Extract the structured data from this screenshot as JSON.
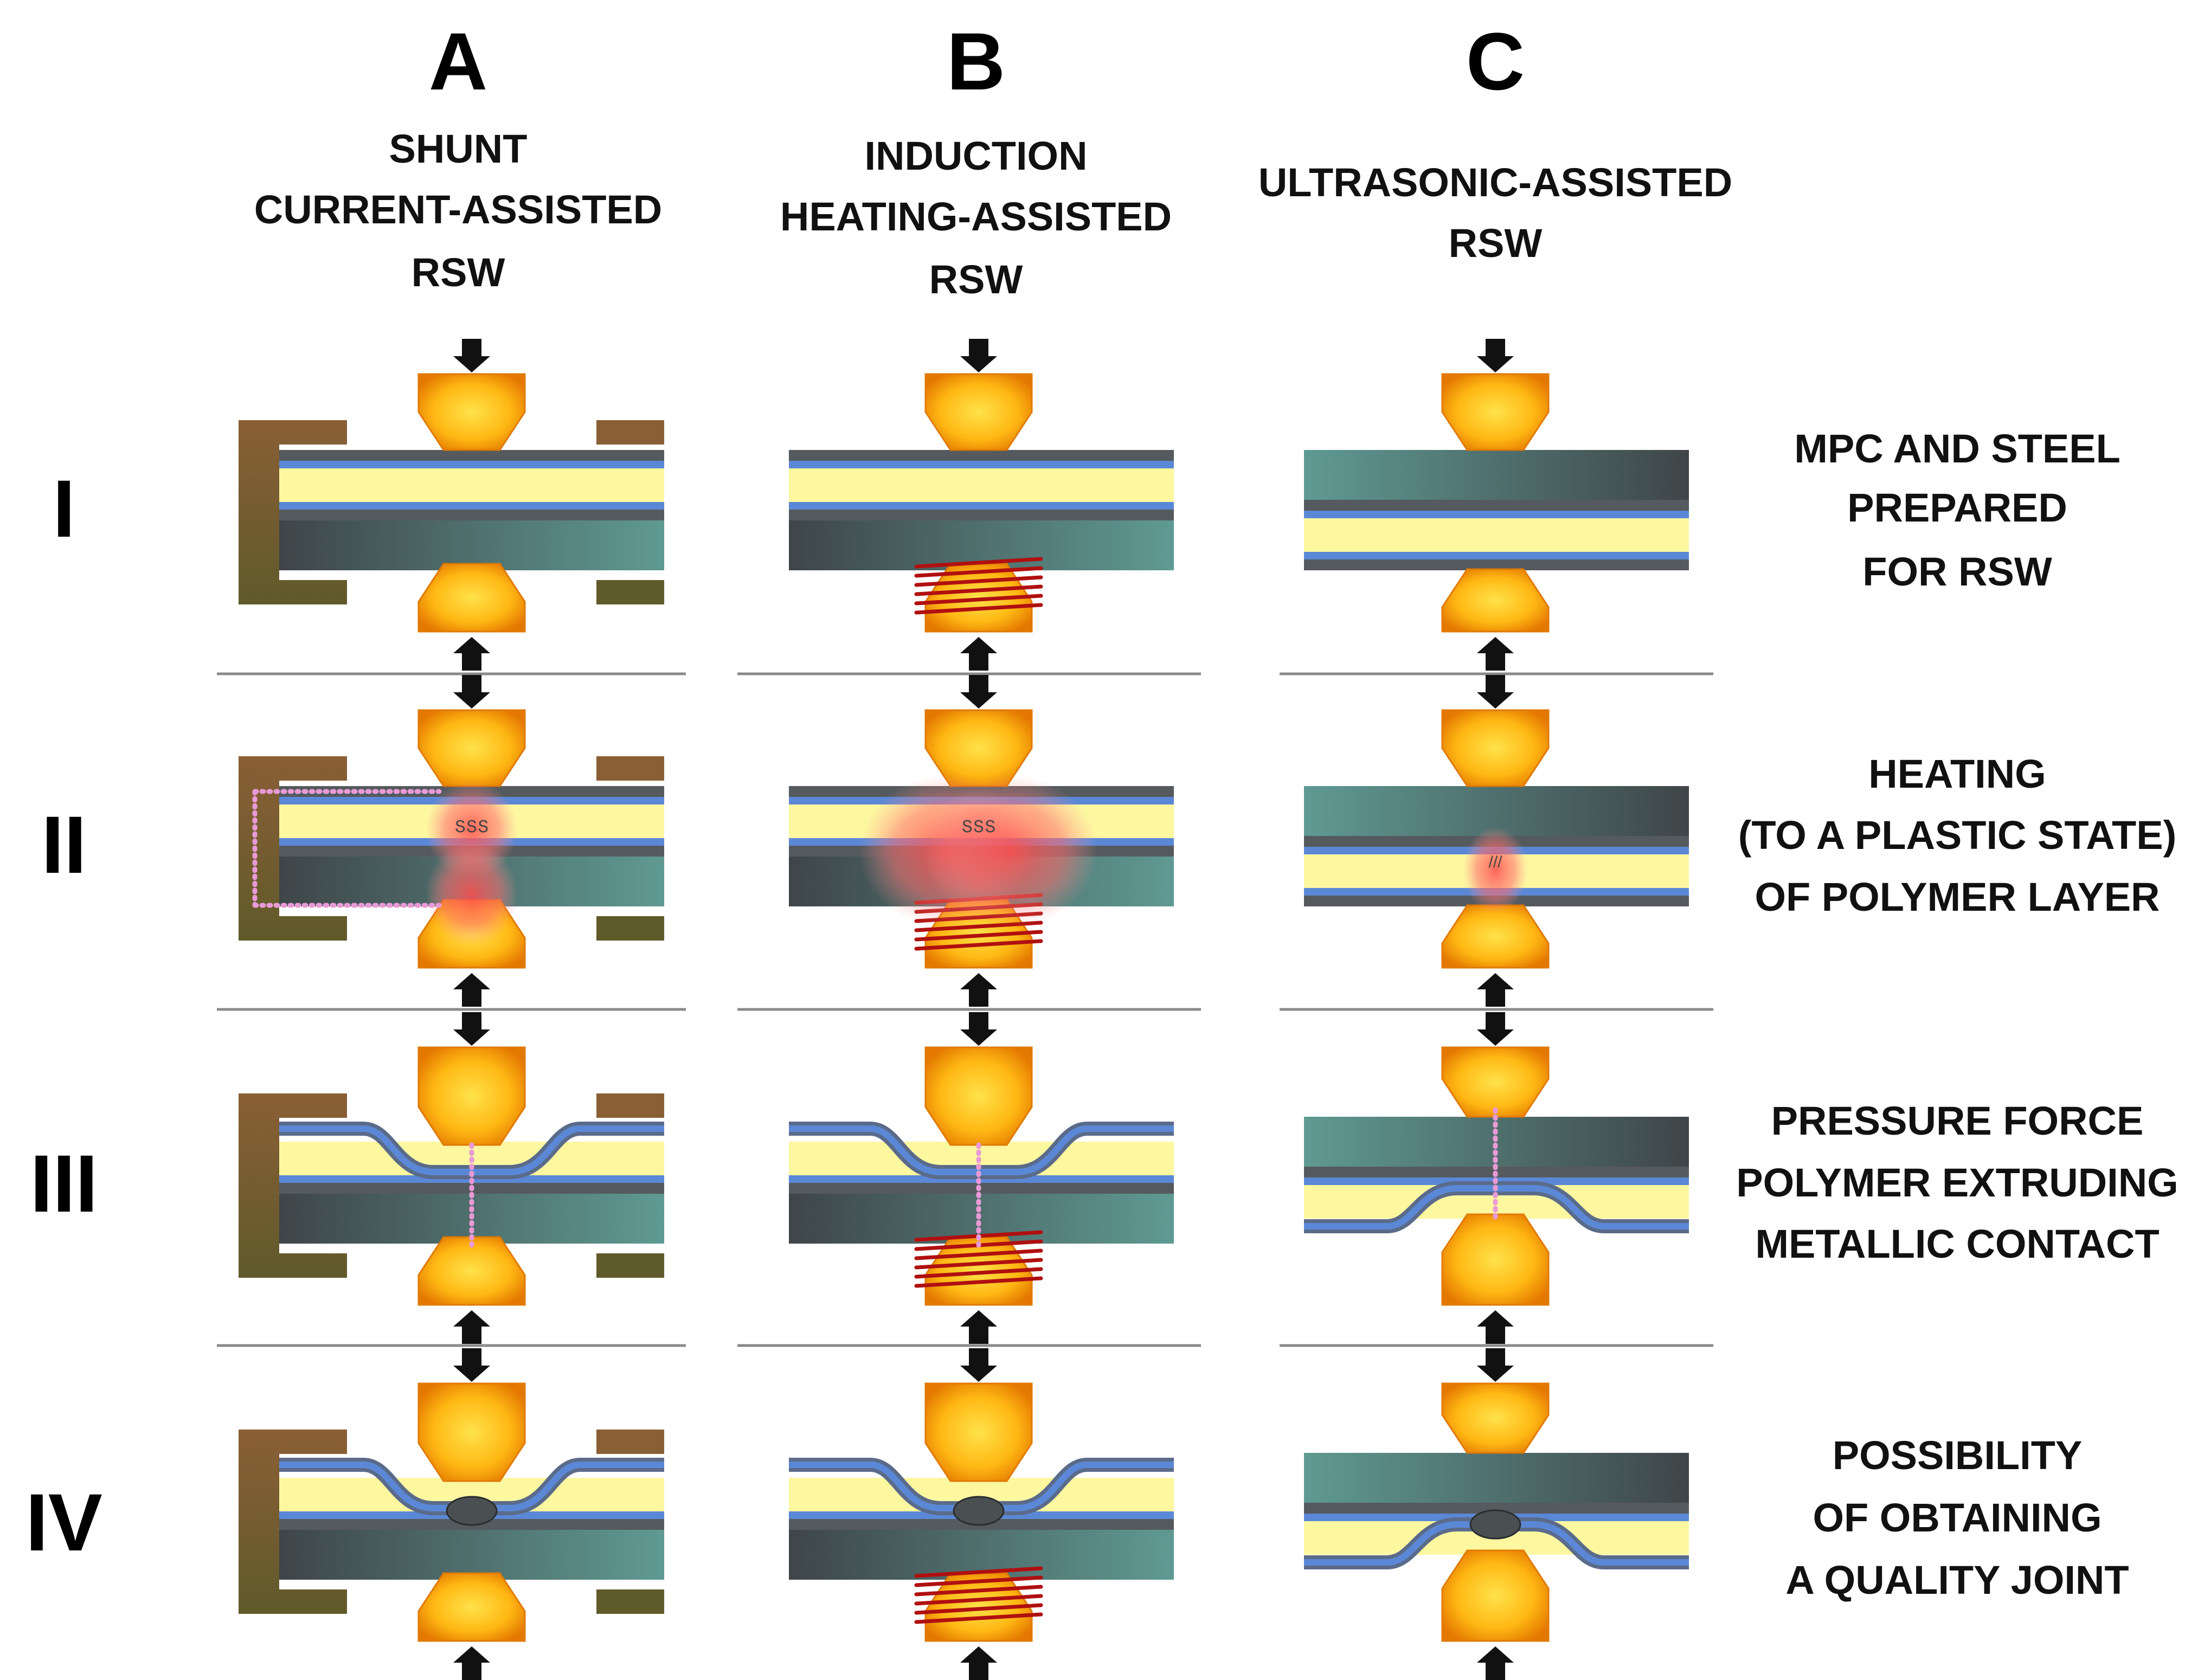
{
  "columns": [
    {
      "letter": "A",
      "lines": [
        "SHUNT",
        "CURRENT-ASSISTED",
        "RSW"
      ]
    },
    {
      "letter": "B",
      "lines": [
        "INDUCTION",
        "HEATING-ASSISTED",
        "RSW"
      ]
    },
    {
      "letter": "C",
      "lines": [
        "ULTRASONIC-ASSISTED",
        "RSW"
      ]
    }
  ],
  "rows": [
    {
      "numeral": "I",
      "lines": [
        "MPC AND STEEL",
        "PREPARED",
        "FOR RSW"
      ]
    },
    {
      "numeral": "II",
      "lines": [
        "HEATING",
        "(TO A PLASTIC STATE)",
        "OF POLYMER LAYER"
      ]
    },
    {
      "numeral": "III",
      "lines": [
        "PRESSURE FORCE",
        "POLYMER EXTRUDING",
        "METALLIC CONTACT"
      ]
    },
    {
      "numeral": "IV",
      "lines": [
        "POSSIBILITY",
        "OF OBTAINING",
        "A QUALITY JOINT"
      ]
    }
  ],
  "colors": {
    "electrode_core": "#ffc21a",
    "electrode_edge": "#e07a00",
    "steel_dark": "#3f4548",
    "steel_light": "#5f9a93",
    "polymer": "#fdf7a0",
    "skin": "#5b88d6",
    "shunt_frame": "#7a5d30",
    "coil": "#b01010",
    "heat": "#ff5a5a",
    "current_dots": "#e89ad6",
    "arrow": "#111111",
    "divider": "#8a8a8a"
  }
}
